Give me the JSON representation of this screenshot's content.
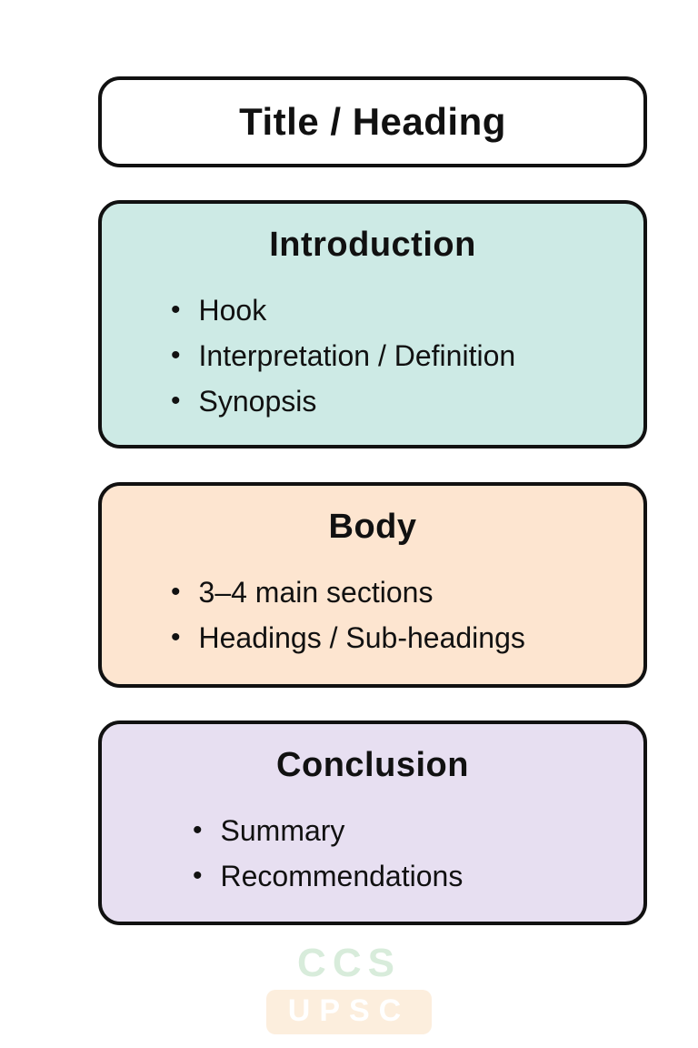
{
  "page": {
    "background": "#ffffff",
    "border_color": "#111111",
    "text_color": "#111111"
  },
  "title_box": {
    "label": "Title / Heading",
    "bg": "#ffffff"
  },
  "sections": [
    {
      "heading": "Introduction",
      "bg": "#cdeae5",
      "bullets": [
        "Hook",
        "Interpretation / Definition",
        "Synopsis"
      ]
    },
    {
      "heading": "Body",
      "bg": "#fde5d0",
      "bullets": [
        "3–4 main sections",
        "Headings / Sub-headings"
      ]
    },
    {
      "heading": "Conclusion",
      "bg": "#e7dff1",
      "bullets": [
        "Summary",
        "Recommendations"
      ]
    }
  ],
  "bullet_glyph": "•",
  "watermark": {
    "line1": "CCS",
    "line1_color": "#d8ecdb",
    "line2": "UPSC",
    "line2_bg": "#fceedd",
    "line2_color": "#ffffff"
  }
}
